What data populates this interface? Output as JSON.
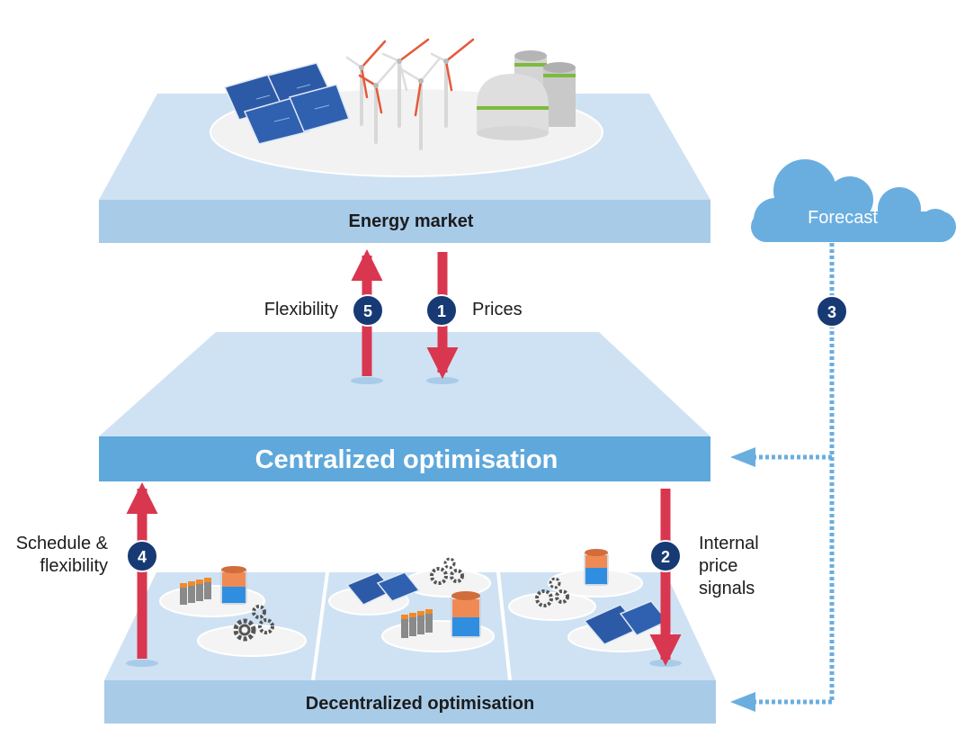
{
  "layers": {
    "energy_market": "Energy market",
    "centralized": "Centralized optimisation",
    "decentralized": "Decentralized optimisation"
  },
  "forecast": "Forecast",
  "flows": [
    {
      "number": "1",
      "label": "Prices"
    },
    {
      "number": "2",
      "label_lines": [
        "Internal",
        "price",
        "signals"
      ]
    },
    {
      "number": "3"
    },
    {
      "number": "4",
      "label_lines": [
        "Schedule &",
        "flexibility"
      ]
    },
    {
      "number": "5",
      "label": "Flexibility"
    }
  ],
  "colors": {
    "platform_top": "#cfe2f3",
    "platform_band": "#a8cbe8",
    "central_band": "#5fa8dc",
    "arrow_red": "#d9374f",
    "badge_navy": "#173a75",
    "cloud": "#6aaee0",
    "dotted_blue": "#6aaee0"
  },
  "icons": [
    "solar-panel-icon",
    "wind-turbine-icon",
    "biogas-plant-icon",
    "battery-icon",
    "storage-tank-icon",
    "gears-icon",
    "cloud-icon"
  ]
}
